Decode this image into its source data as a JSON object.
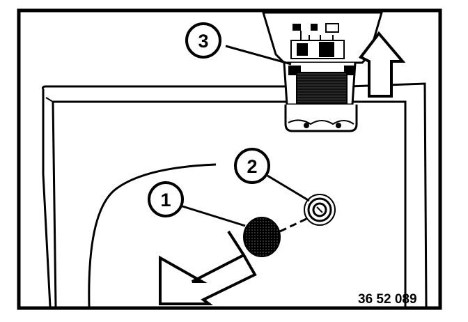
{
  "figure_number": "36 52 089",
  "callouts": [
    {
      "label": "1"
    },
    {
      "label": "2"
    },
    {
      "label": "3"
    }
  ],
  "colors": {
    "ink": "#000000",
    "paper": "#ffffff",
    "hatch": "#111111"
  }
}
